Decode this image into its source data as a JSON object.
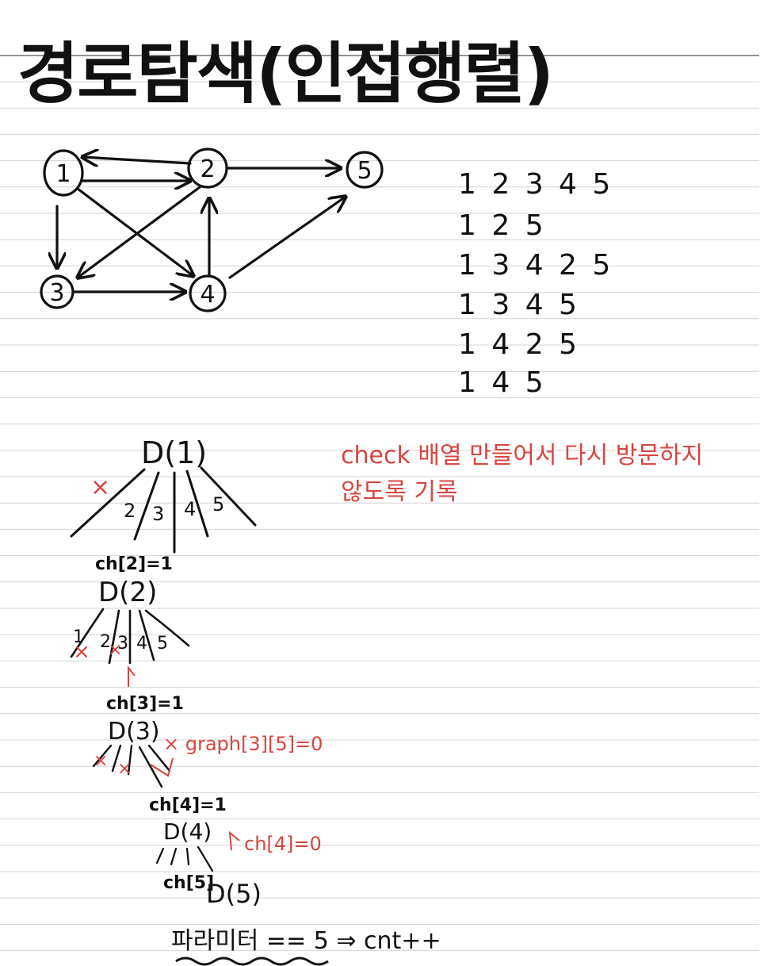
{
  "title": "경로탐색(인접행렬)",
  "graph": {
    "nodes": [
      "1",
      "2",
      "3",
      "4",
      "5"
    ]
  },
  "paths": [
    "1 2 3 4 5",
    "1 2 5",
    "1 3 4 2 5",
    "1 3 4 5",
    "1 4 2 5",
    "1 4 5"
  ],
  "tree": {
    "root": "D(1)",
    "root_branches": [
      "2",
      "3",
      "4",
      "5"
    ],
    "check2": "ch[2]=1",
    "d2": "D(2)",
    "d2_branches": [
      "1",
      "2",
      "3",
      "4",
      "5"
    ],
    "check3": "ch[3]=1",
    "d3": "D(3)",
    "check4": "ch[4]=1",
    "d4": "D(4)",
    "check5": "ch[5]",
    "d5": "D(5)",
    "condition": "파라미터 == 5 ⇒ cnt++"
  },
  "notes": {
    "check_line1": "check 배열 만들어서 다시 방문하지",
    "check_line2": "않도록 기록",
    "graph_zero": "× graph[3][5]=0",
    "ch4_reset": "ch[4]=0",
    "cross": "×"
  },
  "colors": {
    "ink": "#111111",
    "red": "#d8453f",
    "rule": "#d4d4d4"
  }
}
